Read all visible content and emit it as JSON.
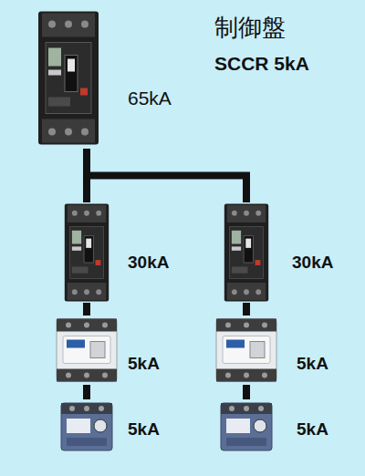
{
  "diagram": {
    "title": "制御盤",
    "nodes": [
      {
        "text": [
          "65kA"
        ]
      },
      {
        "text": [
          "30kA"
        ]
      },
      {
        "text": [
          "30kA"
        ]
      },
      {
        "text": [
          "5kA"
        ]
      },
      {
        "text": [
          "5kA"
        ]
      },
      {
        "text": [
          "5kA"
        ]
      },
      {
        "text": [
          "5kA"
        ]
      }
    ],
    "edges": [
      {
        "from": 0,
        "to": 1,
        "arrow": "none"
      },
      {
        "from": 0,
        "to": 2,
        "arrow": "none"
      },
      {
        "from": 1,
        "to": 3,
        "arrow": "none"
      },
      {
        "from": 2,
        "to": 4,
        "arrow": "none"
      },
      {
        "from": 3,
        "to": 5,
        "arrow": "none"
      },
      {
        "from": 4,
        "to": 6,
        "arrow": "none"
      }
    ],
    "labels": [
      "SCCR 5kA"
    ]
  }
}
